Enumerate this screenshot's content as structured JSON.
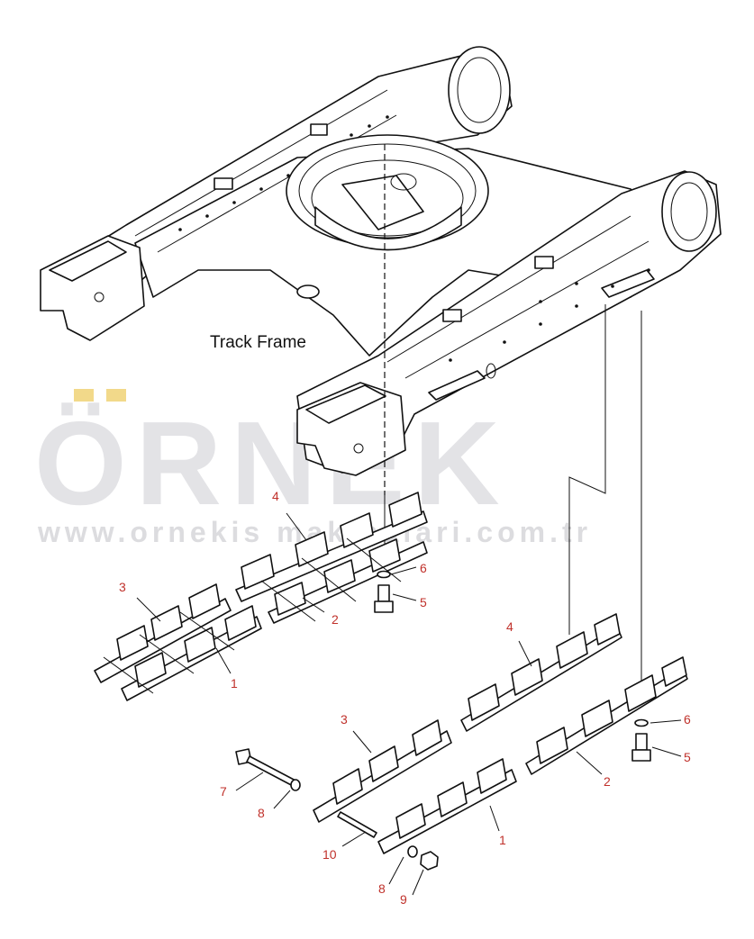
{
  "watermark": {
    "brand": "ÖRNEK",
    "url": "www.ornekis makinalari.com.tr",
    "color": "#e3e3e6",
    "accent": "#f2d98a"
  },
  "caption": "Track Frame",
  "callout_color": "#c0312b",
  "callouts": {
    "left_upper_4": "4",
    "left_upper_2": "2",
    "left_upper_6": "6",
    "left_upper_5": "5",
    "left_lower_3": "3",
    "left_lower_1": "1",
    "right_upper_4": "4",
    "right_upper_6": "6",
    "right_upper_5": "5",
    "right_lower_2": "2",
    "bottom_3": "3",
    "bottom_1": "1",
    "bottom_7": "7",
    "bottom_8a": "8",
    "bottom_10": "10",
    "bottom_8b": "8",
    "bottom_9": "9"
  }
}
